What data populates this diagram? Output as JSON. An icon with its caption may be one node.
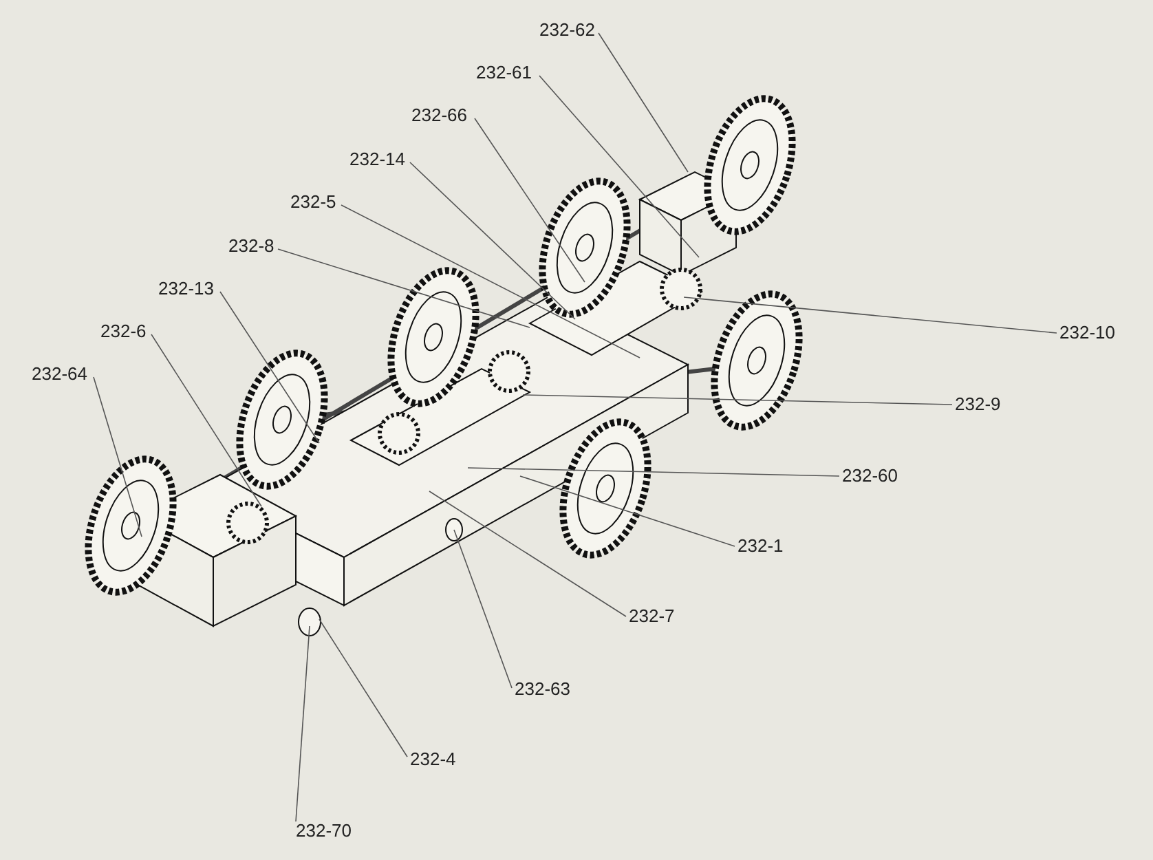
{
  "diagram": {
    "nodes": [
      {
        "text": [
          "232-62"
        ]
      },
      {
        "text": [
          "232-61"
        ]
      },
      {
        "text": [
          "232-66"
        ]
      },
      {
        "text": [
          "232-14"
        ]
      },
      {
        "text": [
          "232-5"
        ]
      },
      {
        "text": [
          "232-8"
        ]
      },
      {
        "text": [
          "232-13"
        ]
      },
      {
        "text": [
          "232-6"
        ]
      },
      {
        "text": [
          "232-64"
        ]
      },
      {
        "text": [
          "232-10"
        ]
      },
      {
        "text": [
          "232-9"
        ]
      },
      {
        "text": [
          "232-60"
        ]
      },
      {
        "text": [
          "232-1"
        ]
      },
      {
        "text": [
          "232-7"
        ]
      },
      {
        "text": [
          "232-63"
        ]
      },
      {
        "text": [
          "232-4"
        ]
      },
      {
        "text": [
          "232-70"
        ]
      }
    ],
    "edges": [
      {
        "from": 0,
        "to": null,
        "arrow": "none"
      },
      {
        "from": 1,
        "to": null,
        "arrow": "none"
      },
      {
        "from": 2,
        "to": null,
        "arrow": "none"
      },
      {
        "from": 3,
        "to": null,
        "arrow": "none"
      },
      {
        "from": 4,
        "to": null,
        "arrow": "none"
      },
      {
        "from": 5,
        "to": null,
        "arrow": "none"
      },
      {
        "from": 6,
        "to": null,
        "arrow": "none"
      },
      {
        "from": 7,
        "to": null,
        "arrow": "none"
      },
      {
        "from": 8,
        "to": null,
        "arrow": "none"
      },
      {
        "from": 9,
        "to": null,
        "arrow": "none"
      },
      {
        "from": 10,
        "to": null,
        "arrow": "none"
      },
      {
        "from": 11,
        "to": null,
        "arrow": "none"
      },
      {
        "from": 12,
        "to": null,
        "arrow": "none"
      },
      {
        "from": 13,
        "to": null,
        "arrow": "none"
      },
      {
        "from": 14,
        "to": null,
        "arrow": "none"
      },
      {
        "from": 15,
        "to": null,
        "arrow": "none"
      },
      {
        "from": 16,
        "to": null,
        "arrow": "none"
      }
    ]
  }
}
